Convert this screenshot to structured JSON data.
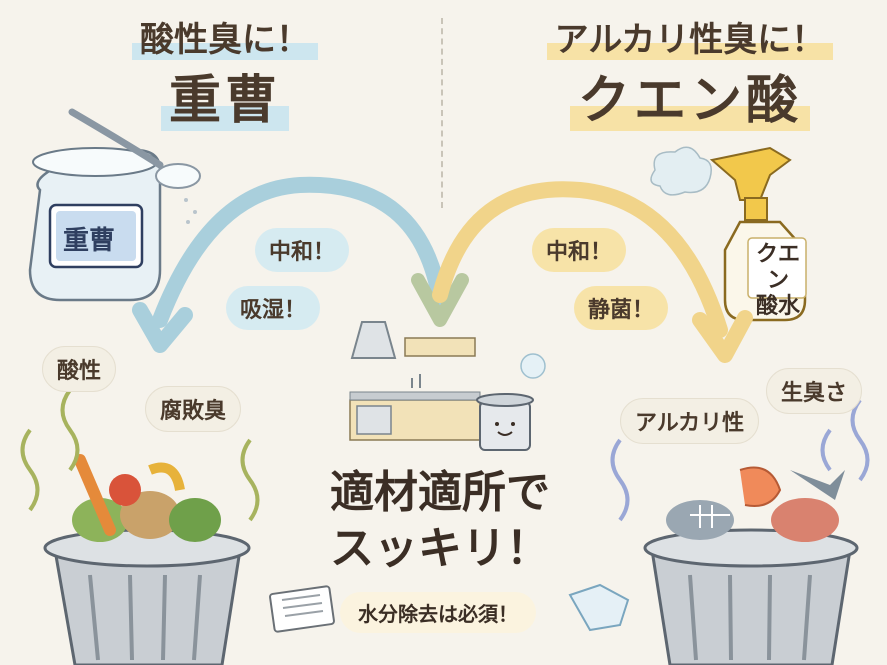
{
  "left": {
    "subtitle": "酸性臭に！",
    "title": "重曹",
    "jar_label": "重曹",
    "bubble1": "中和！",
    "bubble2": "吸湿！",
    "smell1": "酸性",
    "smell2": "腐敗臭"
  },
  "right": {
    "subtitle": "アルカリ性臭に！",
    "title": "クエン酸",
    "bottle_label_line1": "クエン",
    "bottle_label_line2": "酸水",
    "bubble1": "中和！",
    "bubble2": "静菌！",
    "smell1": "アルカリ性",
    "smell2": "生臭さ"
  },
  "center": {
    "line1": "適材適所で",
    "line2": "スッキリ！",
    "note": "水分除去は必須！"
  },
  "colors": {
    "background": "#f6f3ec",
    "blue_accent": "#cde6ef",
    "yellow_accent": "#f7e2a6",
    "text": "#4a3a2c"
  }
}
